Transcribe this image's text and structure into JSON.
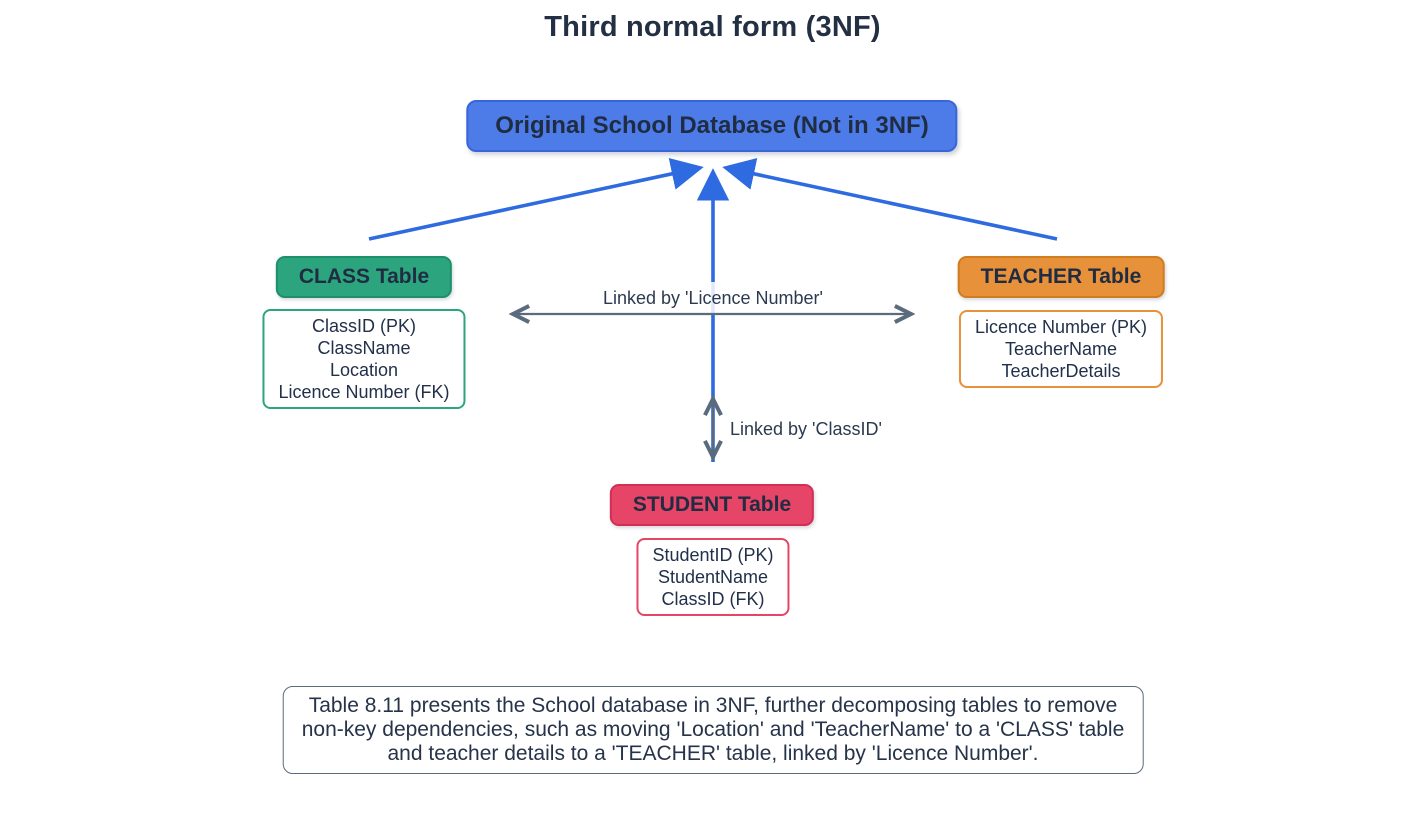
{
  "title": "Third normal form (3NF)",
  "root": {
    "label": "Original School Database (Not in 3NF)"
  },
  "tables": {
    "class": {
      "label": "CLASS Table",
      "attrs": [
        "ClassID (PK)",
        "ClassName",
        "Location",
        "Licence Number (FK)"
      ]
    },
    "teacher": {
      "label": "TEACHER Table",
      "attrs": [
        "Licence Number (PK)",
        "TeacherName",
        "TeacherDetails"
      ]
    },
    "student": {
      "label": "STUDENT Table",
      "attrs": [
        "StudentID (PK)",
        "StudentName",
        "ClassID (FK)"
      ]
    }
  },
  "links": {
    "licence_label": "Linked by 'Licence Number'",
    "classid_label": "Linked by 'ClassID'"
  },
  "caption": {
    "lines": [
      "Table 8.11 presents the School database in 3NF, further decomposing tables to remove",
      "non-key dependencies, such as moving 'Location' and 'TeacherName' to a 'CLASS' table",
      "and teacher details to a 'TEACHER' table, linked by 'Licence Number'."
    ]
  },
  "colors": {
    "root_fill": "#4d7ce9",
    "root_border": "#3a65d9",
    "class_fill": "#2ca57e",
    "class_border": "#1d8f6b",
    "teacher_fill": "#e7913b",
    "teacher_border": "#cf7d1f",
    "student_fill": "#e64567",
    "student_border": "#d32e53",
    "arrow_blue": "#2e6be0",
    "arrow_gray": "#5a6b7d",
    "text_dark": "#22304a"
  }
}
